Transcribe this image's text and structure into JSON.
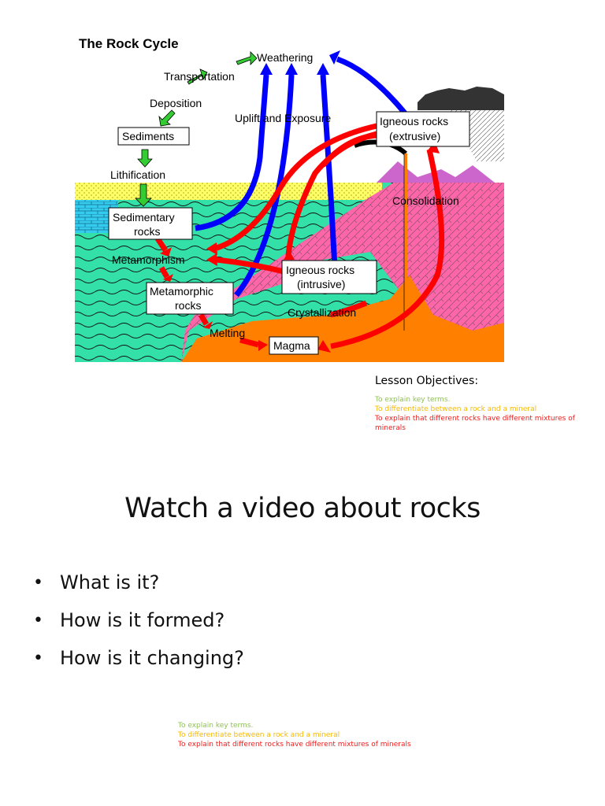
{
  "diagram": {
    "title": "The Rock Cycle",
    "labels": {
      "weathering": "Weathering",
      "transportation": "Transportation",
      "deposition": "Deposition",
      "sediments": "Sediments",
      "lithification": "Lithification",
      "sedimentary_line1": "Sedimentary",
      "sedimentary_line2": "rocks",
      "metamorphism": "Metamorphism",
      "metamorphic_line1": "Metamorphic",
      "metamorphic_line2": "rocks",
      "melting": "Melting",
      "magma": "Magma",
      "crystallization": "Crystallization",
      "igneous_intrusive_line1": "Igneous rocks",
      "igneous_intrusive_line2": "(intrusive)",
      "igneous_extrusive_line1": "Igneous rocks",
      "igneous_extrusive_line2": "(extrusive)",
      "uplift": "Uplift and Exposure",
      "consolidation": "Consolidation"
    }
  },
  "lesson": {
    "heading": "Lesson Objectives:",
    "objectives": [
      "To explain key terms.",
      "To differentiate between a rock and a mineral",
      "To explain  that different rocks have different mixtures of minerals"
    ]
  },
  "slide": {
    "title": "Watch a video about rocks",
    "bullets": [
      "What is it?",
      "How is it formed?",
      "How is it changing?"
    ]
  },
  "footer": {
    "objectives": [
      "To explain key terms.",
      "To differentiate between a rock and a mineral",
      "To explain  that different rocks have different mixtures of minerals"
    ]
  },
  "colors": {
    "water": "#33e0a8",
    "igneous": "#ff66aa",
    "magma": "#ff8000",
    "sediment": "#ffff66",
    "mountain": "#cc66cc",
    "arrow_red": "#ff0000",
    "arrow_blue": "#0000ff",
    "arrow_green": "#33cc33",
    "obj_green": "#8fc256",
    "obj_orange": "#f5b800",
    "obj_red": "#ee1c1c"
  }
}
